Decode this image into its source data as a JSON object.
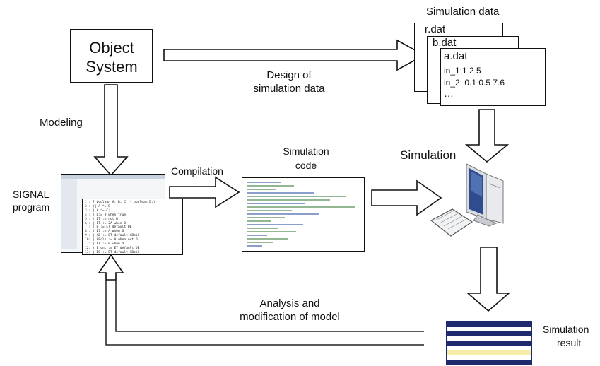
{
  "labels": {
    "object_system_line1": "Object",
    "object_system_line2": "System",
    "simulation_data_title": "Simulation data",
    "design_line1": "Design of",
    "design_line2": "simulation data",
    "modeling": "Modeling",
    "signal_line1": "SIGNAL",
    "signal_line2": "program",
    "compilation": "Compilation",
    "sim_code_line1": "Simulation",
    "sim_code_line2": "code",
    "simulation": "Simulation",
    "analysis_line1": "Analysis and",
    "analysis_line2": "modification of model",
    "sim_result_line1": "Simulation",
    "sim_result_line2": "result"
  },
  "files": {
    "r": "r.dat",
    "b": "b.dat",
    "a": "a.dat",
    "a_line1": "in_1:1 2 5",
    "a_line2": "in_2: 0.1 0.5 7.6",
    "a_line3": "…"
  },
  "signal_code_lines": [
    "1 : ? boolean A; B; C; ! boolean D;)",
    "2 : (| A ^= B",
    "3 : | A ^= C;",
    "4 : | D:= B when true",
    "5 : | DT := not D",
    "6 : | ET := ZA when D",
    "7 : | D := ET default DB",
    "8 : | E1 := A when D",
    "9 : | AB := ET default ABclk",
    "10: | ABclk := A when not D",
    "11: | ET := B when D",
    "12: | E_cnt := ET default DB",
    "13: | DB := ET default ABclk"
  ]
}
